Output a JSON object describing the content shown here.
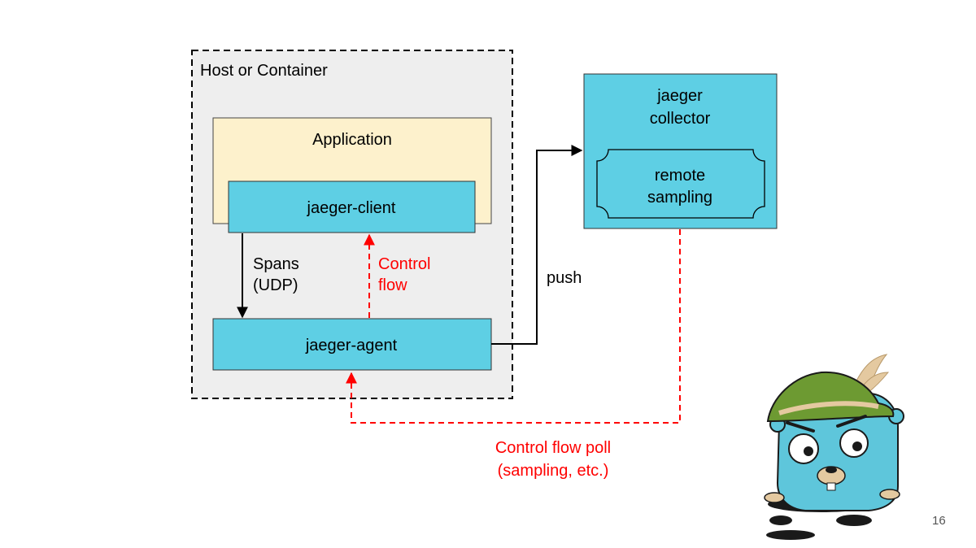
{
  "host": {
    "label": "Host or Container"
  },
  "application": {
    "label": "Application"
  },
  "client": {
    "label": "jaeger-client"
  },
  "agent": {
    "label": "jaeger-agent"
  },
  "collector": {
    "title_line1": "jaeger",
    "title_line2": "collector"
  },
  "sampling": {
    "line1": "remote",
    "line2": "sampling"
  },
  "edges": {
    "spans_line1": "Spans",
    "spans_line2": "(UDP)",
    "control_line1": "Control",
    "control_line2": "flow",
    "push": "push",
    "poll_line1": "Control flow poll",
    "poll_line2": "(sampling, etc.)"
  },
  "page_number": "16",
  "colors": {
    "component_fill": "#5ecfe4",
    "application_fill": "#fdf1cc",
    "host_fill": "#eeeeee",
    "control_red": "#ff0000",
    "gopher_body": "#5ec6db",
    "gopher_hat": "#6d9a32"
  },
  "icons": {
    "mascot": "jaeger-gopher-mascot"
  }
}
